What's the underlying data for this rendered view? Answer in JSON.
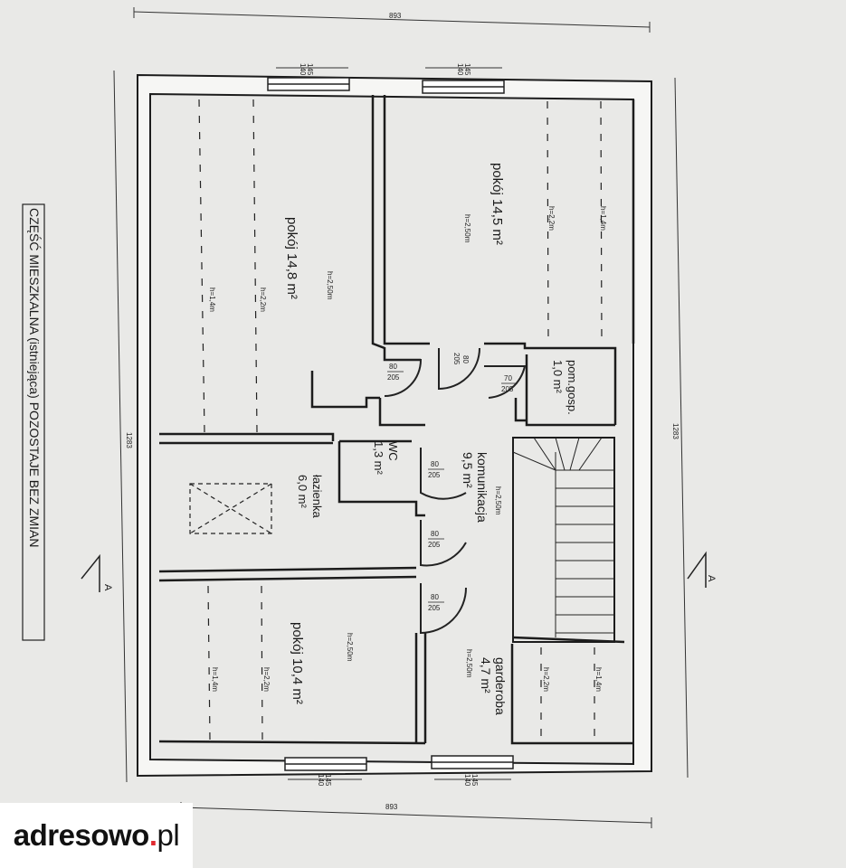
{
  "title": "CZĘŚĆ MIESZKALNA (istniejąca) POZOSTAJE BEZ ZMIAN",
  "rooms": {
    "pokoj_a": {
      "name": "pokój 14,8 m²",
      "heights": [
        "h=2,50m",
        "h=1,4m",
        "h=2,2m"
      ]
    },
    "pokoj_b": {
      "name": "pokój 14,5 m²",
      "heights": [
        "h=2,50m",
        "h=2,2m",
        "h=1,4m"
      ]
    },
    "pom_gosp": {
      "name": "pom.gosp.",
      "area": "1,0 m²"
    },
    "wc": {
      "name": "WC",
      "area": "1,3 m²"
    },
    "lazienka": {
      "name": "łazienka",
      "area": "6,0 m²"
    },
    "komunikacja": {
      "name": "komunikacja",
      "area": "9,5 m²",
      "height": "h=2,50m"
    },
    "pokoj_c": {
      "name": "pokój 10,4 m²",
      "heights": [
        "h=2,50m",
        "h=1,4m",
        "h=2,2m"
      ]
    },
    "garderoba": {
      "name": "garderoba",
      "area": "4,7 m²",
      "heights": [
        "h=2,50m",
        "h=2,2m",
        "h=1,4m"
      ]
    }
  },
  "dimensions": {
    "width": "893",
    "length": "1283",
    "win_top": "145",
    "win_bottom": "140"
  },
  "doors": {
    "d1_top": "80",
    "d1_bottom": "205",
    "d2_top": "80",
    "d2_bottom": "205",
    "d3_top": "70",
    "d3_bottom": "205",
    "d4_top": "80",
    "d4_bottom": "205",
    "d5_top": "80",
    "d5_bottom": "205",
    "d6_top": "80",
    "d6_bottom": "205"
  },
  "section_marker": "A",
  "watermark": {
    "brand": "adresowo",
    "dot": ".",
    "tld": "pl"
  }
}
